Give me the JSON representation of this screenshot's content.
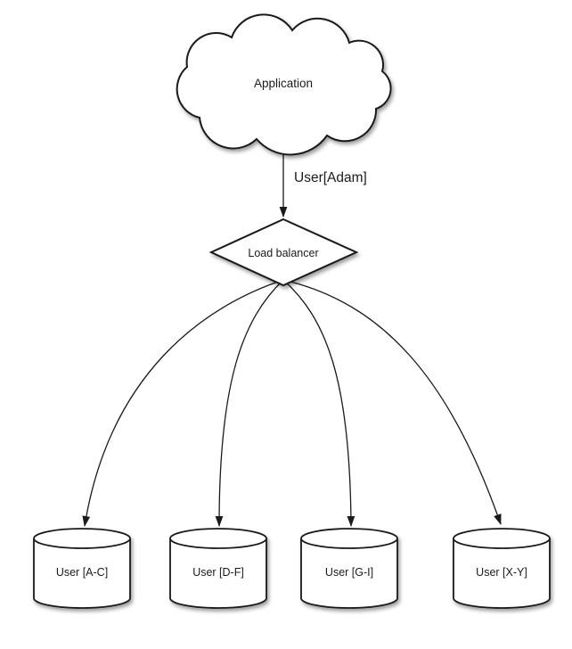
{
  "colors": {
    "stroke": "#1a1a1a",
    "fill": "#ffffff",
    "text": "#1b1b1b",
    "background": "#ffffff"
  },
  "nodes": {
    "application": {
      "label": "Application",
      "shape": "cloud"
    },
    "load_balancer": {
      "label": "Load balancer",
      "shape": "diamond"
    },
    "shards": [
      {
        "label": "User [A-C]",
        "shape": "cylinder"
      },
      {
        "label": "User [D-F]",
        "shape": "cylinder"
      },
      {
        "label": "User [G-I]",
        "shape": "cylinder"
      },
      {
        "label": "User [X-Y]",
        "shape": "cylinder"
      }
    ]
  },
  "edges": [
    {
      "from": "Application",
      "to": "Load balancer",
      "label": "User[Adam]"
    },
    {
      "from": "Load balancer",
      "to": "User [A-C]",
      "label": ""
    },
    {
      "from": "Load balancer",
      "to": "User [D-F]",
      "label": ""
    },
    {
      "from": "Load balancer",
      "to": "User [G-I]",
      "label": ""
    },
    {
      "from": "Load balancer",
      "to": "User [X-Y]",
      "label": ""
    }
  ]
}
